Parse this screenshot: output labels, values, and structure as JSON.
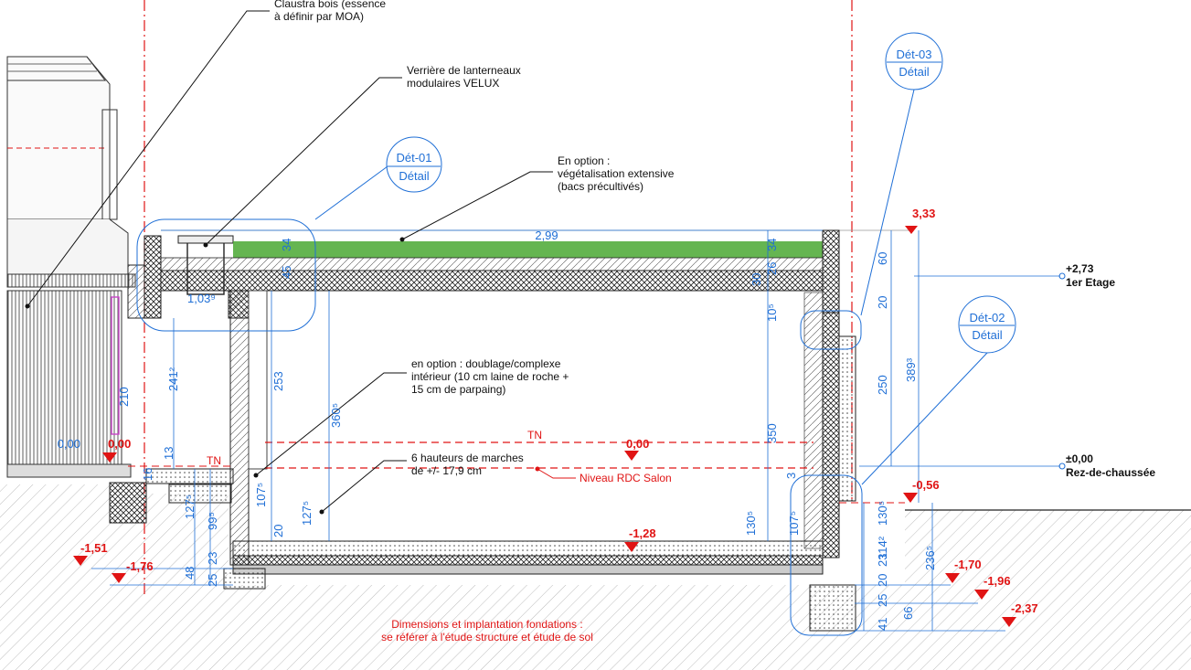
{
  "labels": {
    "claustra_l1": "Claustra bois (essence",
    "claustra_l2": "à définir par MOA)",
    "verriere_l1": "Verrière de lanterneaux",
    "verriere_l2": "modulaires VELUX",
    "option_l1": "En option :",
    "option_l2": "végétalisation extensive",
    "option_l3": "(bacs précultivés)",
    "doublage_l1": "en option : doublage/complexe",
    "doublage_l2": "intérieur  (10 cm laine de roche +",
    "doublage_l3": "15 cm de parpaing)",
    "marches_l1": "6 hauteurs de marches",
    "marches_l2": "de +/- 17,9 cm",
    "niveau_rdc": "Niveau RDC Salon",
    "tn_1": "TN",
    "tn_2": "TN",
    "fond_l1": "Dimensions et implantation fondations :",
    "fond_l2": "se référer à l'étude structure et étude de sol"
  },
  "details": {
    "det01_title": "Dét-01",
    "det01_sub": "Détail",
    "det02_title": "Dét-02",
    "det02_sub": "Détail",
    "det03_title": "Dét-03",
    "det03_sub": "Détail"
  },
  "floors": {
    "etage_value": "+2,73",
    "etage_name": "1er Etage",
    "rdc_value": "±0,00",
    "rdc_name": "Rez-de-chaussée"
  },
  "levels": {
    "l_333": "3,33",
    "l_000a": "0,00",
    "l_000b": "0,00",
    "l_056": "-0,56",
    "l_128": "-1,28",
    "l_151": "-1,51",
    "l_176": "-1,76",
    "l_170": "-1,70",
    "l_196": "-1,96",
    "l_237": "-2,37"
  },
  "dims": {
    "d_299": "2,99",
    "d_0399": "1,03⁹",
    "d_34a": "34",
    "d_34b": "34",
    "d_45": "45",
    "d_26": "26",
    "d_30": "30",
    "d_105": "10⁵",
    "d_60": "60",
    "d_20a": "20",
    "d_2412": "241²",
    "d_253": "253",
    "d_3605": "360⁵",
    "d_250": "250",
    "d_3893": "389³",
    "d_350": "350",
    "d_210": "210",
    "d_000blue": "0,00",
    "d_13": "13",
    "d_16": "16",
    "d_1075a": "107⁵",
    "d_1275a": "127⁵",
    "d_1275b": "127⁵",
    "d_995": "99⁵",
    "d_20b": "20",
    "d_3": "3",
    "d_1305a": "130⁵",
    "d_1075b": "107⁵",
    "d_1305b": "130⁵",
    "d_1142": "114²",
    "d_2365": "236⁵",
    "d_23a": "23",
    "d_48": "48",
    "d_25a": "25",
    "d_23b": "23",
    "d_20c": "20",
    "d_25b": "25",
    "d_41": "41",
    "d_66": "66"
  },
  "colors": {
    "dimension_blue": "#1f6fd6",
    "level_red": "#e01414",
    "grass_green": "#4aa832",
    "stair_magenta": "#c845c8"
  }
}
